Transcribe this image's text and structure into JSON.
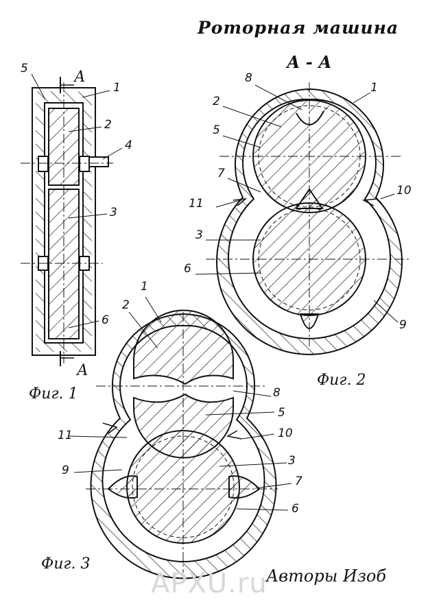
{
  "title": "Роторная машина",
  "section_label": "А - А",
  "section_marks": [
    "А",
    "А"
  ],
  "figures": [
    "Фиг. 1",
    "Фиг. 2",
    "Фиг. 3"
  ],
  "fig1_labels": [
    "5",
    "1",
    "2",
    "4",
    "3",
    "6"
  ],
  "fig2_labels": [
    "8",
    "1",
    "2",
    "5",
    "7",
    "11",
    "10",
    "3",
    "6",
    "9"
  ],
  "fig3_labels": [
    "1",
    "2",
    "8",
    "5",
    "11",
    "10",
    "9",
    "3",
    "7",
    "6"
  ],
  "authors": "Авторы Изоб",
  "watermark": "АРХU.ru"
}
